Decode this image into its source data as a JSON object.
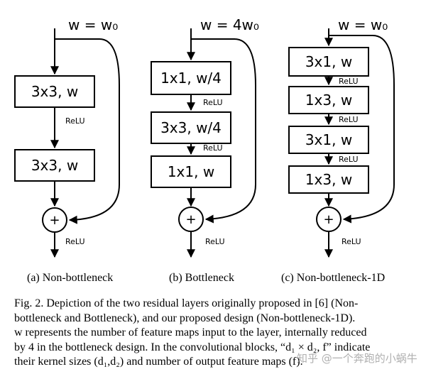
{
  "panels": [
    {
      "top_label": "w = w₀",
      "blocks": [
        "3x3, w",
        "3x3, w"
      ],
      "relu_labels": [
        "ReLU",
        "ReLU"
      ],
      "sublabel": "(a)  Non-bottleneck"
    },
    {
      "top_label": "w = 4w₀",
      "blocks": [
        "1x1, w/4",
        "3x3, w/4",
        "1x1, w"
      ],
      "relu_labels": [
        "ReLU",
        "ReLU",
        "ReLU"
      ],
      "sublabel": "(b)  Bottleneck"
    },
    {
      "top_label": "w = w₀",
      "blocks": [
        "3x1, w",
        "1x3, w",
        "3x1, w",
        "1x3, w"
      ],
      "relu_labels": [
        "ReLU",
        "ReLU",
        "ReLU",
        "ReLU"
      ],
      "sublabel": "(c)  Non-bottleneck-1D"
    }
  ],
  "plus_symbol": "+",
  "caption": {
    "lines": [
      "Fig. 2.  Depiction of the two residual layers originally proposed in [6] (Non-",
      "bottleneck and Bottleneck), and our proposed design (Non-bottleneck-1D).",
      "w represents the number of feature maps input to the layer, internally reduced",
      "by 4 in the bottleneck design. In the convolutional blocks, “d₁ × d₂, f” indicate",
      "their kernel sizes (d₁,d₂) and number of output feature maps (f)."
    ]
  },
  "watermark": "知乎 @一个奔跑的小蜗牛"
}
